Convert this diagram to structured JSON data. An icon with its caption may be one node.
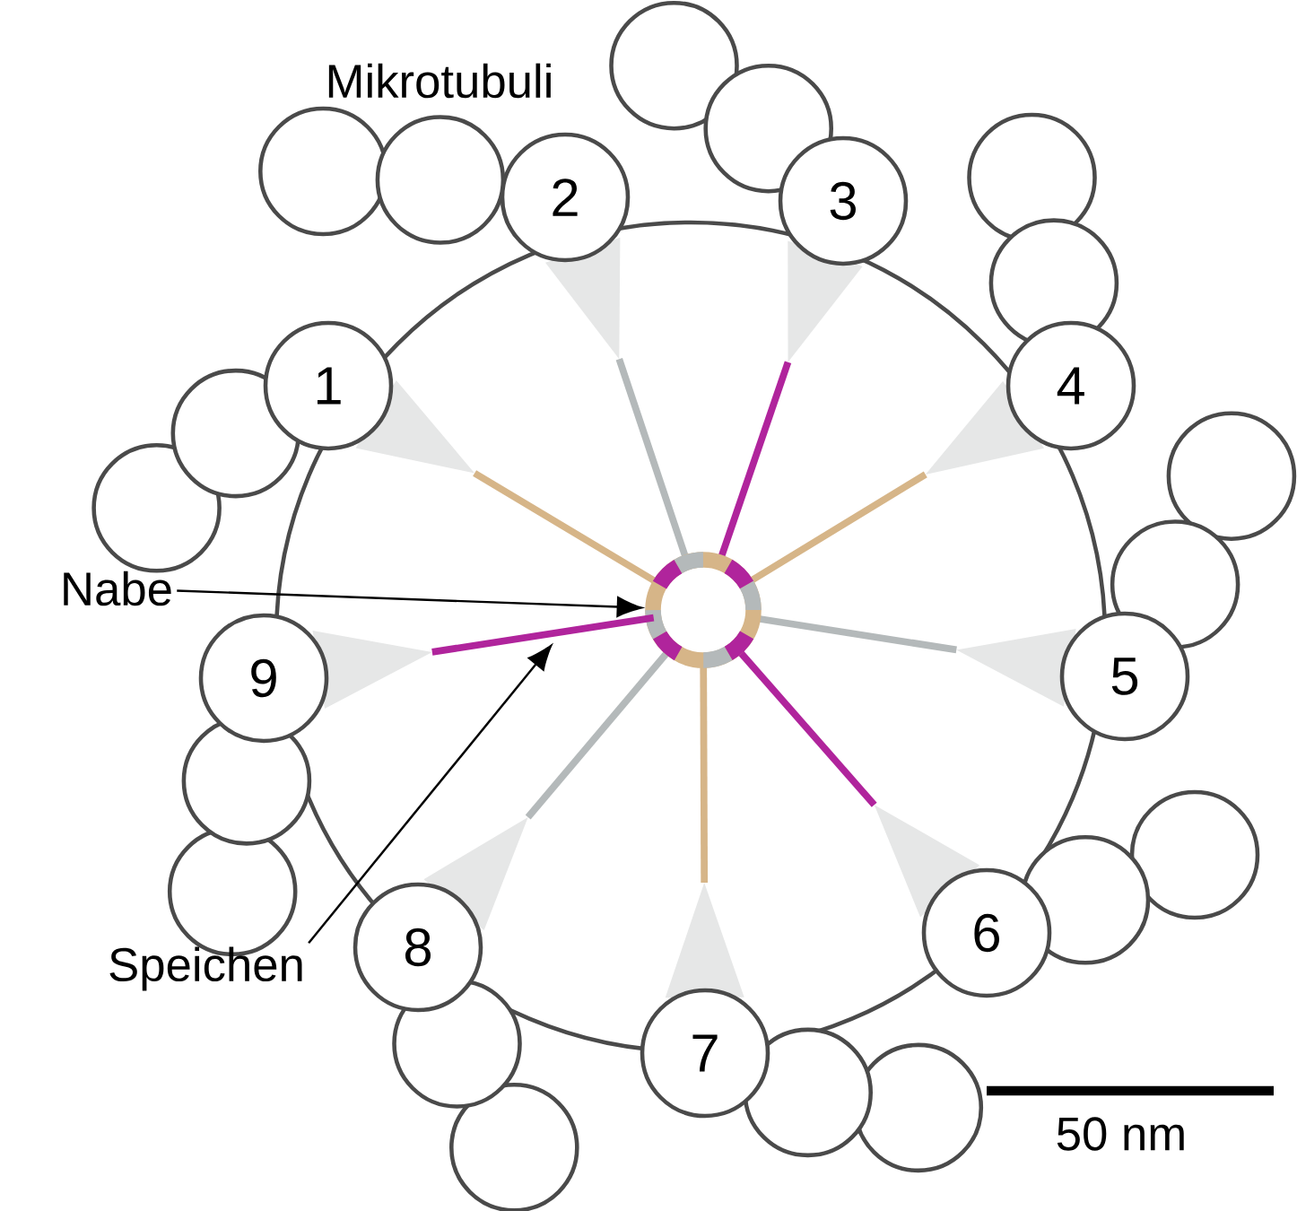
{
  "diagram": {
    "nodes": [
      {
        "text": [
          "1"
        ]
      },
      {
        "text": [
          "2"
        ]
      },
      {
        "text": [
          "3"
        ]
      },
      {
        "text": [
          "4"
        ]
      },
      {
        "text": [
          "5"
        ]
      },
      {
        "text": [
          "6"
        ]
      },
      {
        "text": [
          "7"
        ]
      },
      {
        "text": [
          "8"
        ]
      },
      {
        "text": [
          "9"
        ]
      },
      {
        "text": [
          "Nabe"
        ]
      },
      {
        "text": [
          "Speichen"
        ]
      },
      {
        "text": [],
        "shape": "circle"
      },
      {
        "text": [],
        "shape": "bar"
      },
      {
        "text": [],
        "shape": "circle"
      },
      {
        "text": [],
        "shape": "circle"
      },
      {
        "text": [],
        "shape": "circle"
      },
      {
        "text": [],
        "shape": "circle"
      },
      {
        "text": [],
        "shape": "circle"
      },
      {
        "text": [],
        "shape": "circle"
      },
      {
        "text": [],
        "shape": "circle"
      },
      {
        "text": [],
        "shape": "circle"
      },
      {
        "text": [],
        "shape": "circle"
      },
      {
        "text": [],
        "shape": "circle"
      },
      {
        "text": [],
        "shape": "circle"
      },
      {
        "text": [],
        "shape": "circle"
      },
      {
        "text": [],
        "shape": "circle"
      },
      {
        "text": [],
        "shape": "circle"
      },
      {
        "text": [],
        "shape": "circle"
      },
      {
        "text": [],
        "shape": "circle"
      },
      {
        "text": [],
        "shape": "circle"
      },
      {
        "text": [],
        "shape": "circle"
      }
    ],
    "edges": [
      {
        "from": 9,
        "to": 11,
        "arrow": "to"
      },
      {
        "from": 10,
        "to": 12,
        "arrow": "to"
      }
    ],
    "labels": [
      "Mikrotubuli",
      "50 nm"
    ]
  }
}
